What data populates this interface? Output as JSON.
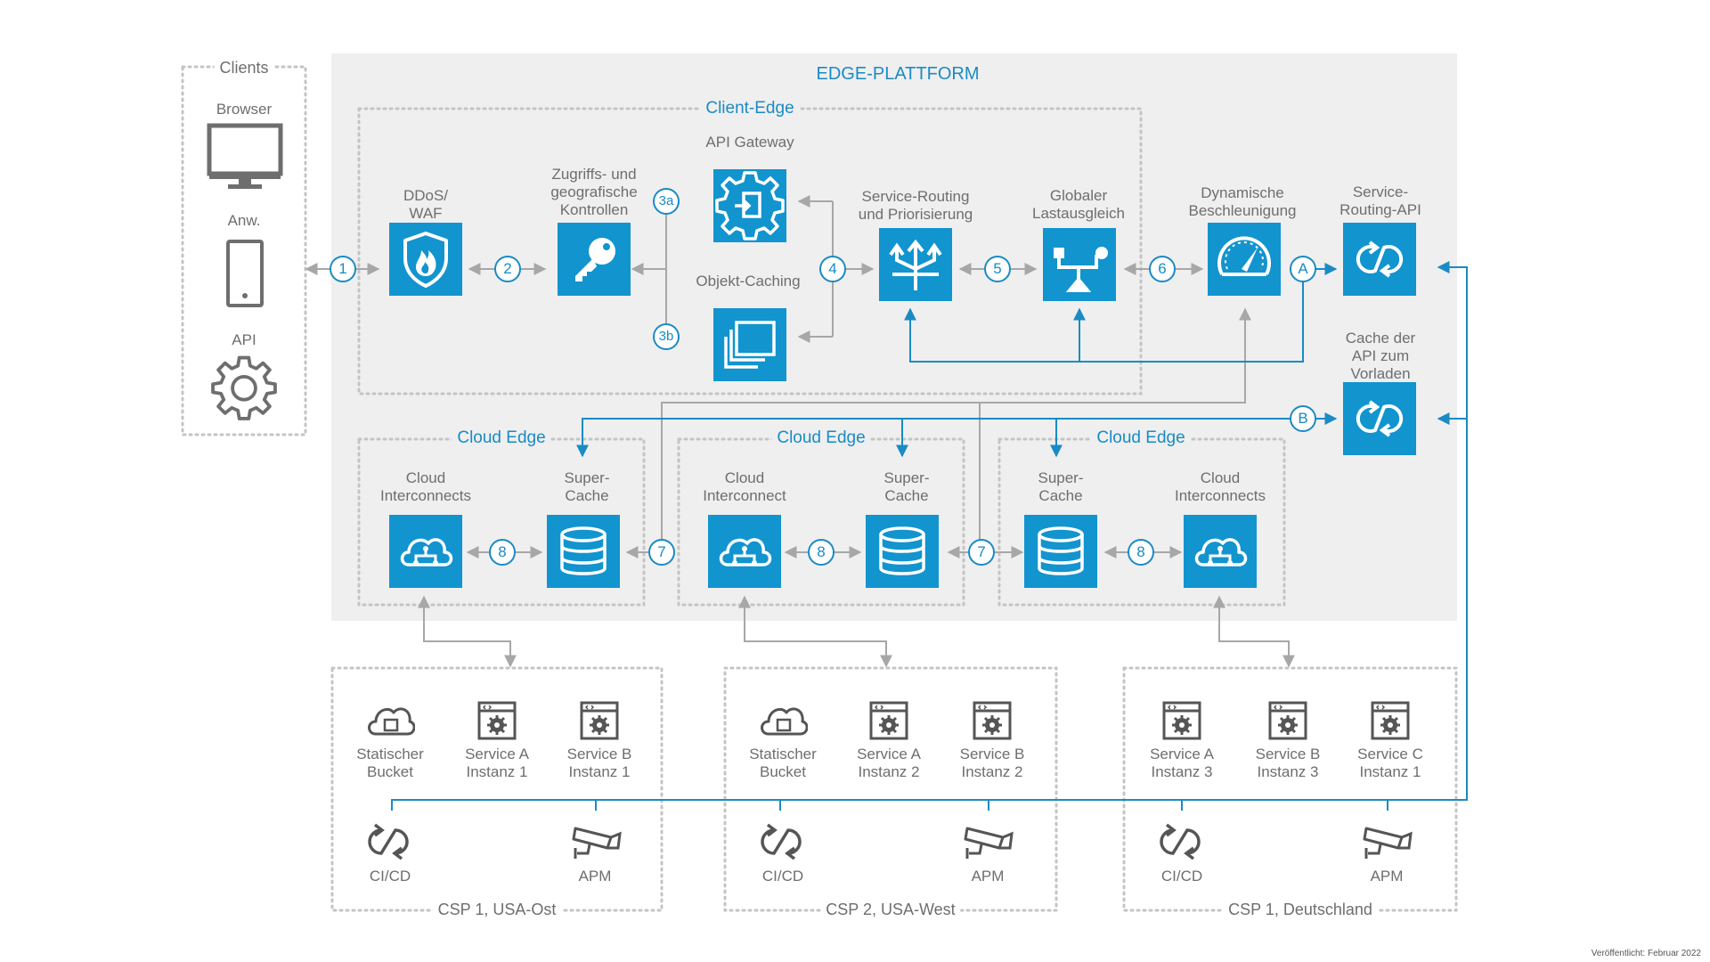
{
  "platform_title": "EDGE-PLATTFORM",
  "clients": {
    "title": "Clients",
    "browser": "Browser",
    "app": "Anw.",
    "api": "API"
  },
  "client_edge": {
    "title": "Client-Edge",
    "ddos": "DDoS/\nWAF",
    "access": "Zugriffs- und\ngeografische\nKontrollen",
    "api_gateway": "API Gateway",
    "object_caching": "Objekt-Caching",
    "service_routing": "Service-Routing\nund Priorisierung",
    "global_lb": "Globaler\nLastausgleich"
  },
  "dynamic_acceleration": "Dynamische\nBeschleunigung",
  "service_routing_api": "Service-\nRouting-API",
  "api_cache": "Cache der\nAPI zum\nVorladen",
  "badges": {
    "b1": "1",
    "b2": "2",
    "b3a": "3a",
    "b3b": "3b",
    "b4": "4",
    "b5": "5",
    "b6": "6",
    "bA": "A",
    "bB": "B",
    "b7": "7",
    "b8": "8"
  },
  "cloud_edges": [
    {
      "title": "Cloud Edge",
      "left_label": "Cloud\nInterconnects",
      "right_label": "Super-\nCache"
    },
    {
      "title": "Cloud Edge",
      "left_label": "Cloud\nInterconnect\ns",
      "right_label": "Super-\nCache"
    },
    {
      "title": "Cloud Edge",
      "left_label": "Super-\nCache",
      "right_label": "Cloud\nInterconnects"
    }
  ],
  "csps": [
    {
      "title": "CSP 1, USA-Ost",
      "items": [
        "Statischer\nBucket",
        "Service A\nInstanz 1",
        "Service B\nInstanz 1"
      ],
      "ci": "CI/CD",
      "apm": "APM"
    },
    {
      "title": "CSP 2, USA-West",
      "items": [
        "Statischer\nBucket",
        "Service A\nInstanz 2",
        "Service B\nInstanz 2"
      ],
      "ci": "CI/CD",
      "apm": "APM"
    },
    {
      "title": "CSP 1, Deutschland",
      "items": [
        "Service A\nInstanz 3",
        "Service B\nInstanz 3",
        "Service C\nInstanz 1"
      ],
      "ci": "CI/CD",
      "apm": "APM"
    }
  ],
  "footnote": "Veröffentlicht: Februar 2022",
  "colors": {
    "blue": "#1294cf",
    "line_blue": "#1a8bc4",
    "gray_line": "#a7a7a7",
    "panel": "#efefef"
  }
}
